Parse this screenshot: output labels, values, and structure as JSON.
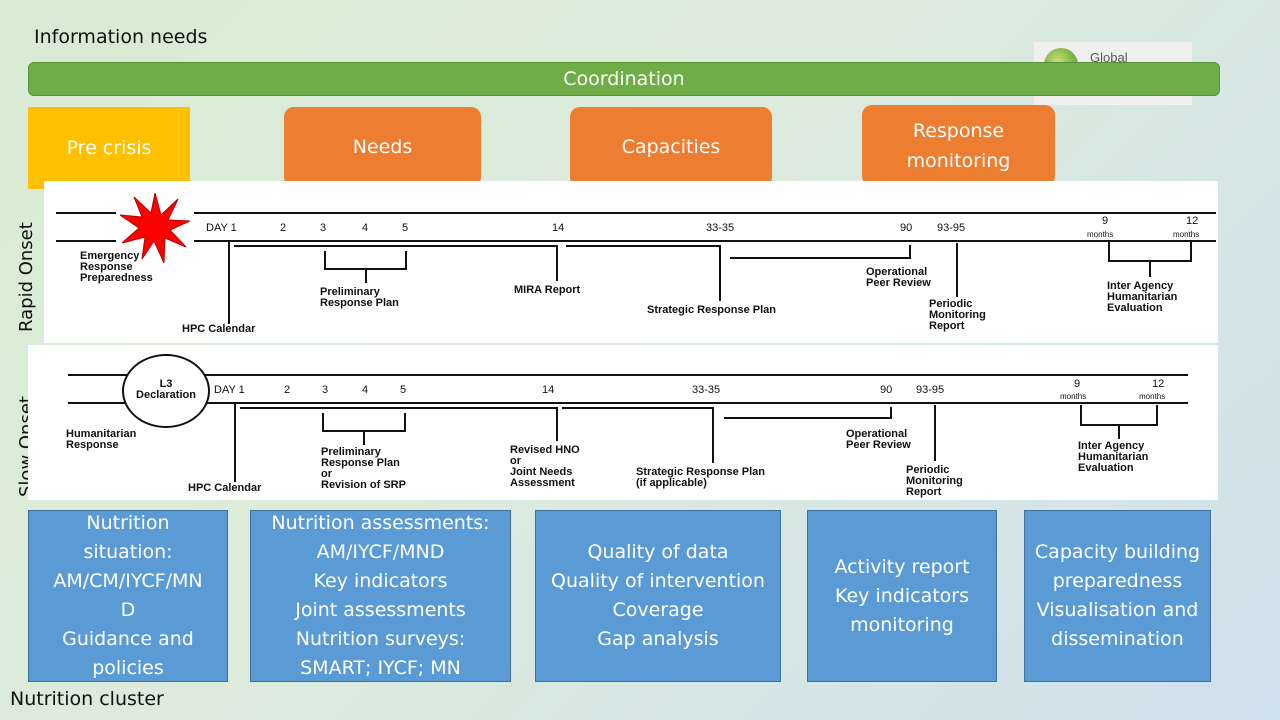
{
  "header": {
    "title": "Information needs",
    "logo_text": "Global"
  },
  "footer": {
    "title": "Nutrition cluster"
  },
  "coordination": "Coordination",
  "callouts": {
    "pre_crisis": "Pre crisis",
    "needs": "Needs",
    "capacities": "Capacities",
    "response_monitoring_1": "Response",
    "response_monitoring_2": "monitoring"
  },
  "side_labels": {
    "rapid": "Rapid Onset",
    "slow": "Slow Onset"
  },
  "rapid": {
    "day1": "DAY 1",
    "d2": "2",
    "d3": "3",
    "d4": "4",
    "d5": "5",
    "d14": "14",
    "d33": "33-35",
    "d90": "90",
    "d93": "93-95",
    "m9": "9",
    "m12": "12",
    "months": "months",
    "erp": [
      "Emergency",
      "Response",
      "Preparedness"
    ],
    "hpc": "HPC Calendar",
    "prp": [
      "Preliminary",
      "Response Plan"
    ],
    "mira": "MIRA Report",
    "srp": "Strategic Response Plan",
    "opr": [
      "Operational",
      "Peer Review"
    ],
    "pmr": [
      "Periodic",
      "Monitoring",
      "Report"
    ],
    "iahe": [
      "Inter Agency",
      "Humanitarian",
      "Evaluation"
    ]
  },
  "slow": {
    "l3": [
      "L3",
      "Declaration"
    ],
    "day1": "DAY 1",
    "d2": "2",
    "d3": "3",
    "d4": "4",
    "d5": "5",
    "d14": "14",
    "d33": "33-35",
    "d90": "90",
    "d93": "93-95",
    "m9": "9",
    "m12": "12",
    "months": "months",
    "hr": [
      "Humanitarian",
      "Response"
    ],
    "hpc": "HPC Calendar",
    "prp": [
      "Preliminary",
      "Response Plan",
      "or",
      "Revision of SRP"
    ],
    "hno": [
      "Revised HNO",
      "or",
      "Joint Needs",
      "Assessment"
    ],
    "srp": [
      "Strategic Response Plan",
      "(if applicable)"
    ],
    "opr": [
      "Operational",
      "Peer Review"
    ],
    "pmr": [
      "Periodic",
      "Monitoring",
      "Report"
    ],
    "iahe": [
      "Inter Agency",
      "Humanitarian",
      "Evaluation"
    ]
  },
  "boxes": [
    [
      "Nutrition",
      "situation:",
      "AM/CM/IYCF/MN",
      "D",
      "Guidance and",
      "policies"
    ],
    [
      "Nutrition assessments:",
      "AM/IYCF/MND",
      "Key indicators",
      "Joint assessments",
      "Nutrition surveys:",
      "SMART; IYCF; MN"
    ],
    [
      "Quality of data",
      "Quality of intervention",
      "Coverage",
      "Gap analysis"
    ],
    [
      "Activity report",
      "Key indicators",
      "monitoring"
    ],
    [
      "Capacity building",
      "preparedness",
      "Visualisation and",
      "dissemination"
    ]
  ],
  "colors": {
    "coordination": "#6fad46",
    "pre_crisis": "#ffc000",
    "callout": "#ed7d31",
    "box": "#5b9bd5",
    "burst": "#ff0000"
  }
}
